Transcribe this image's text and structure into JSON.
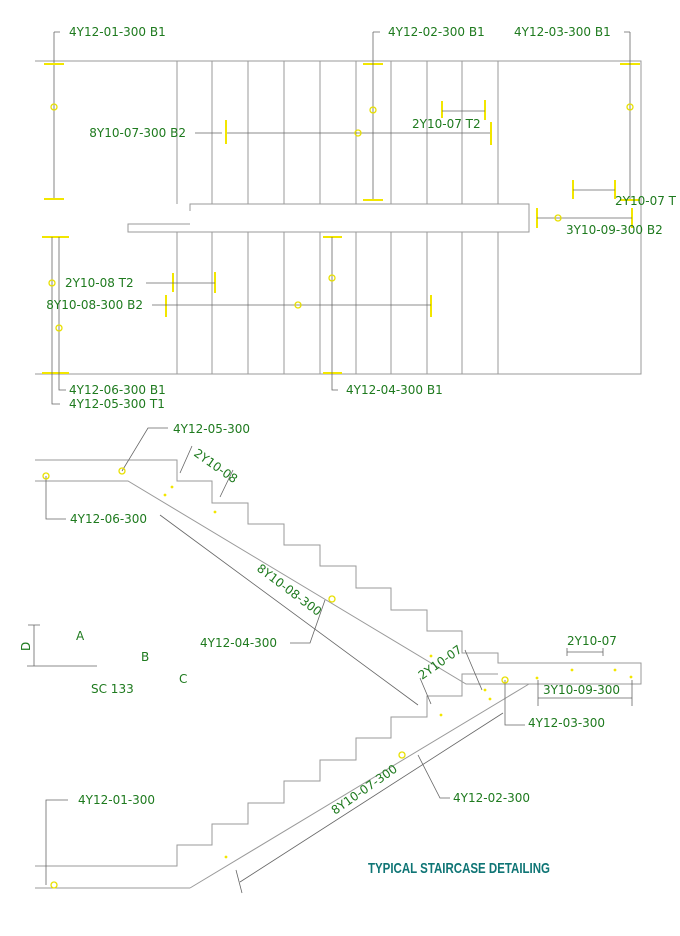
{
  "plan": {
    "labels": {
      "b01": "4Y12-01-300 B1",
      "b02": "4Y12-02-300 B1",
      "b03": "4Y12-03-300 B1",
      "b07": "8Y10-07-300 B2",
      "t07": "2Y10-07 T2",
      "t07b": "2Y10-07 T",
      "b09": "3Y10-09-300 B2",
      "t08": "2Y10-08 T2",
      "b08": "8Y10-08-300 B2",
      "b06": "4Y12-06-300 B1",
      "t05": "4Y12-05-300 T1",
      "b04": "4Y12-04-300 B1"
    }
  },
  "section": {
    "labels": {
      "s05": "4Y12-05-300",
      "s2y08": "2Y10-08",
      "s06": "4Y12-06-300",
      "s8y08": "8Y10-08-300",
      "s04": "4Y12-04-300",
      "s2y07a": "2Y10-07",
      "s2y07b": "2Y10-07",
      "s09": "3Y10-09-300",
      "s03": "4Y12-03-300",
      "s02": "4Y12-02-300",
      "s8y07": "8Y10-07-300",
      "s01": "4Y12-01-300"
    },
    "legend": {
      "d": "D",
      "a": "A",
      "b": "B",
      "c": "C",
      "sc": "SC 133"
    }
  },
  "title": "TYPICAL STAIRCASE DETAILING",
  "colors": {
    "text": "#1e7a1e",
    "rebar": "#f2e600",
    "title": "#0f7575",
    "line": "#9a9a9a"
  }
}
